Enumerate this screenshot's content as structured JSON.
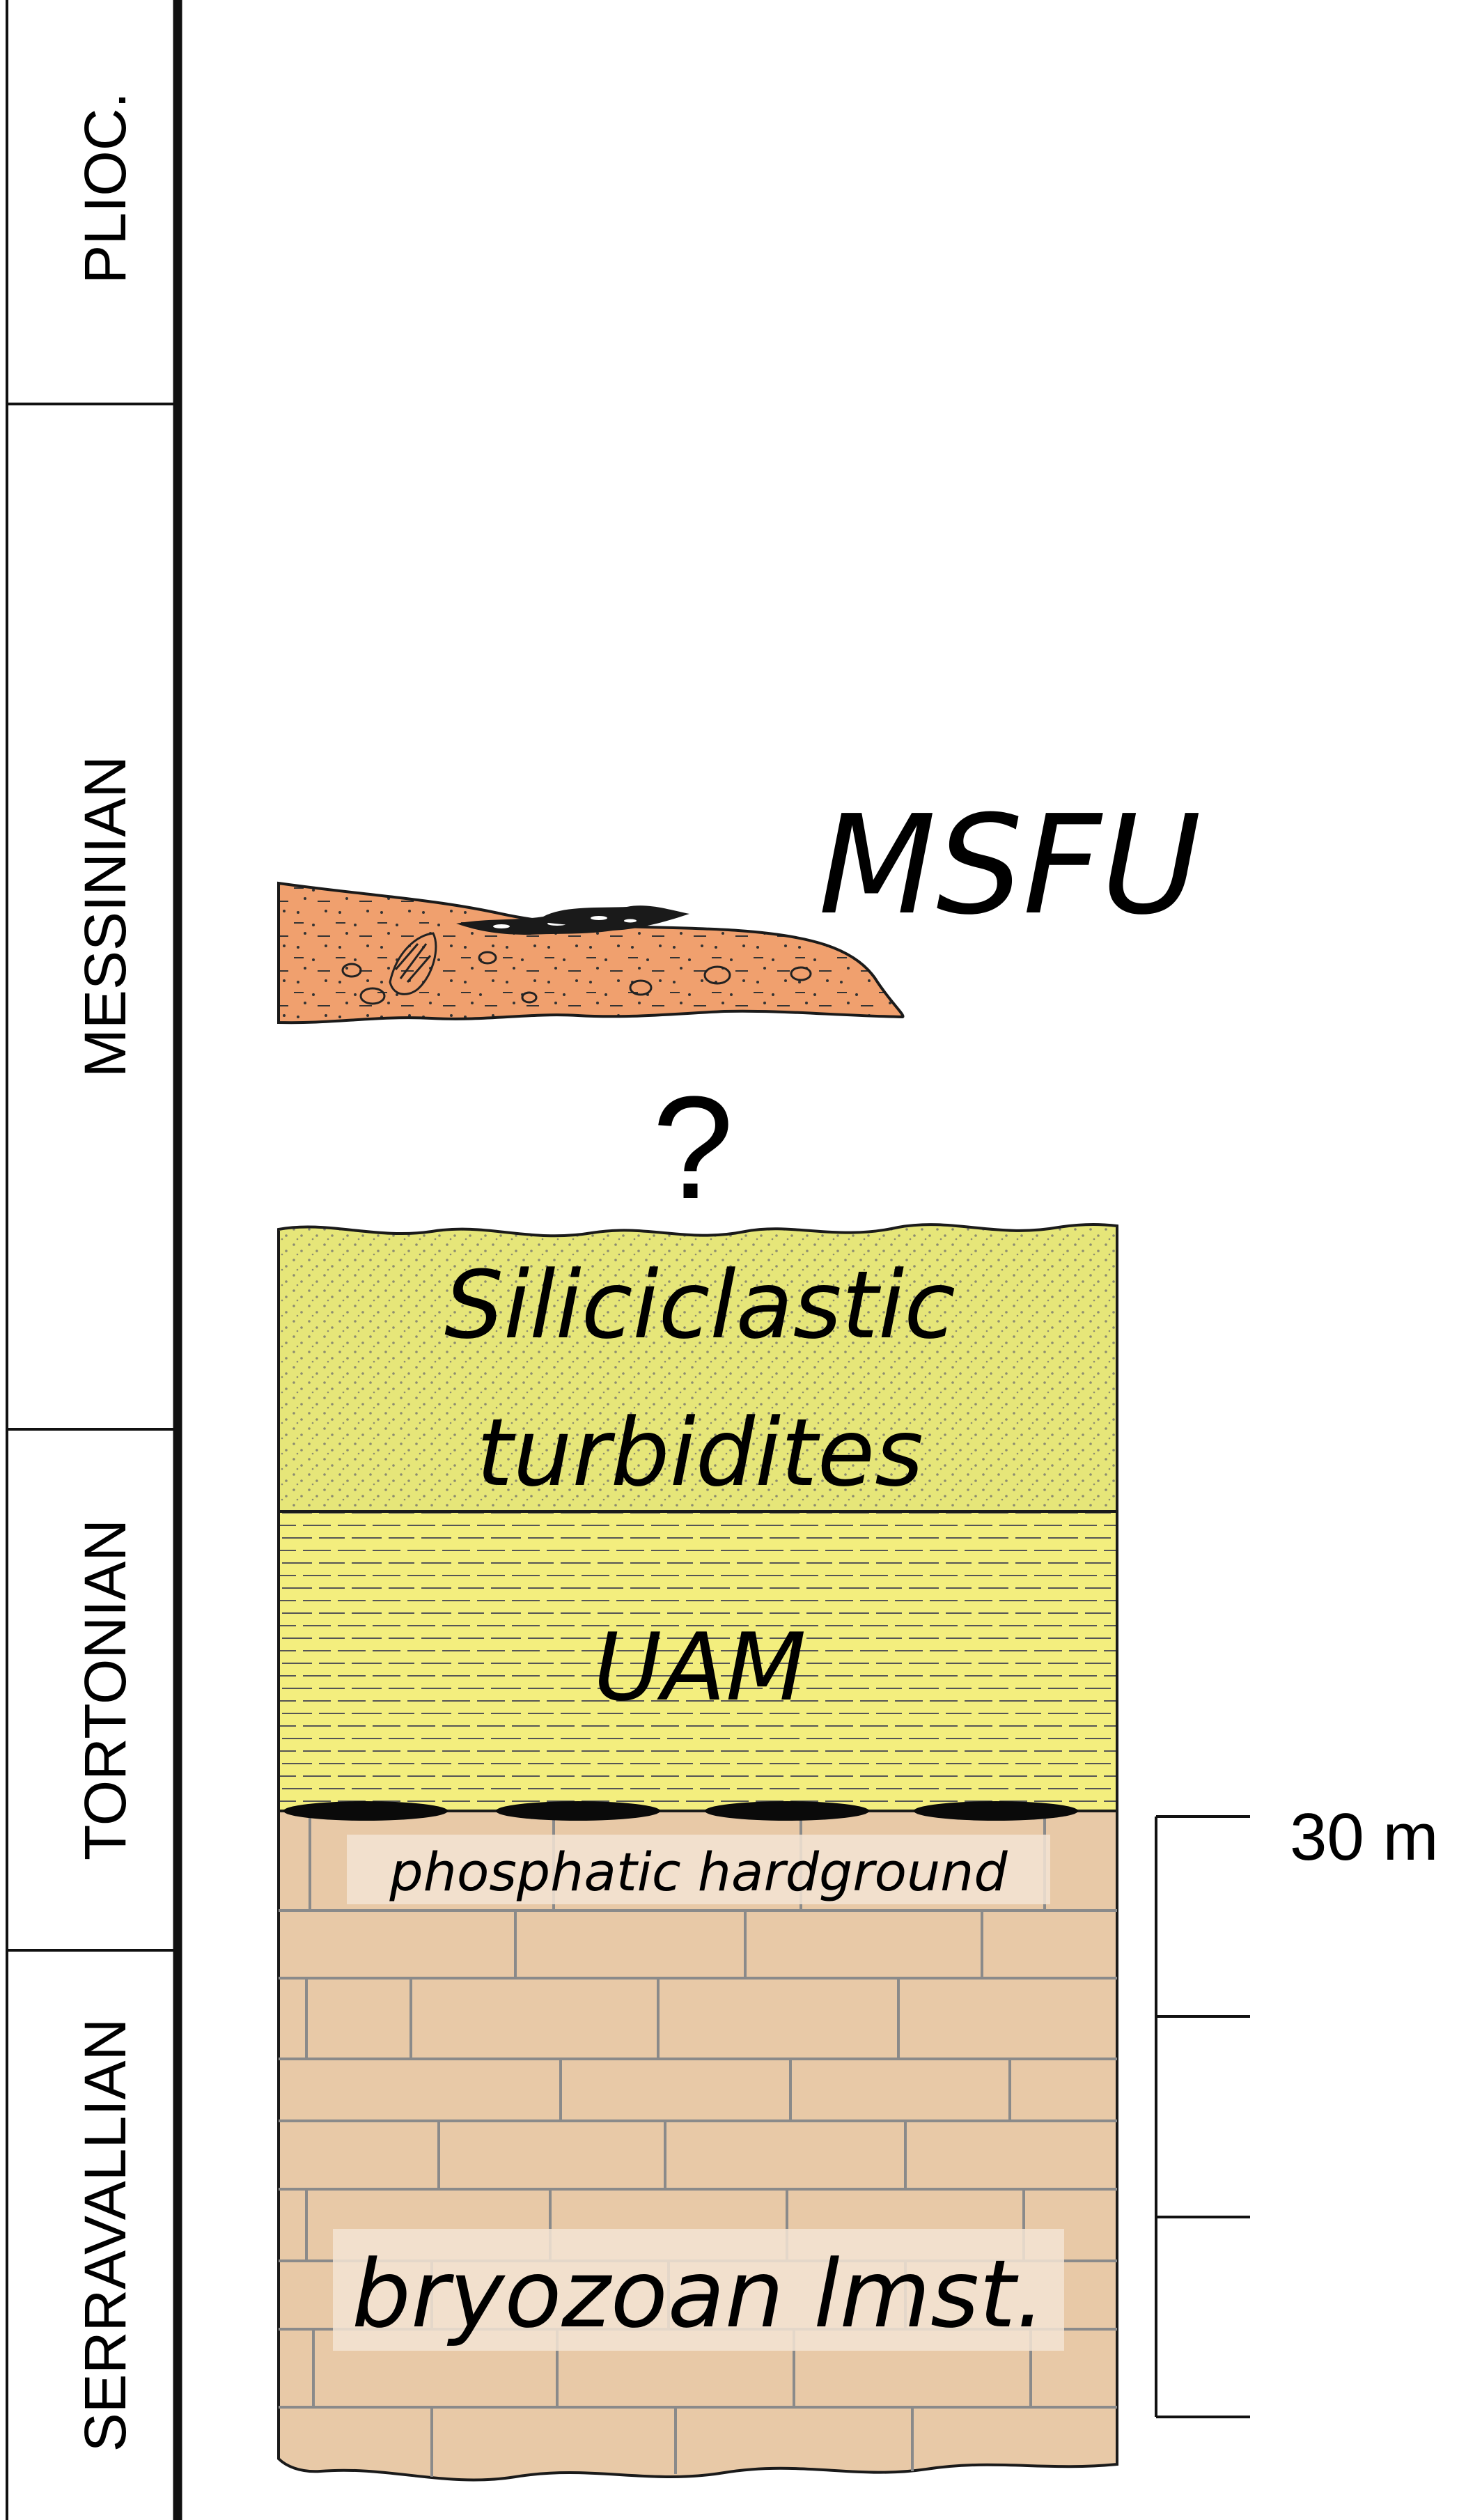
{
  "stages": [
    {
      "label": "PLIOC."
    },
    {
      "label": "MESSINIAN"
    },
    {
      "label": "TORTONIAN"
    },
    {
      "label": "SERRAVALLIAN"
    }
  ],
  "units": {
    "msfu": "MSFU",
    "uncertain": "?",
    "turbidites_line1": "Siliciclastic",
    "turbidites_line2": "turbidites",
    "uam": "UAM",
    "hardground": "phosphatic hardground",
    "limestone": "bryozoan lmst."
  },
  "scale": {
    "label": "30 m",
    "divisions": 3
  },
  "colors": {
    "msfu": "#f0a06e",
    "turbidites": "#e6e679",
    "uam": "#f3ee7e",
    "limestone": "#e8c9a7",
    "brick_lines": "#8a8a8a",
    "outline": "#1a1a1a"
  }
}
